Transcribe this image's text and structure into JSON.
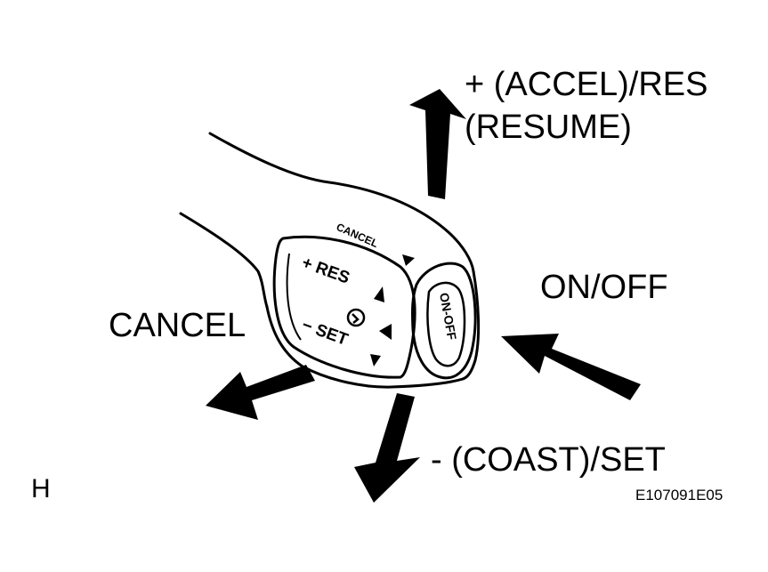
{
  "labels": {
    "accel_line1": "+ (ACCEL)/RES",
    "accel_line2": "(RESUME)",
    "on_off": "ON/OFF",
    "cancel": "CANCEL",
    "coast_set": "- (COAST)/SET",
    "corner_letter": "H",
    "figure_id": "E107091E05"
  },
  "switch_face": {
    "cancel": "CANCEL",
    "res": "+ RES",
    "set": "− SET",
    "on_off_button": "ON-OFF"
  },
  "colors": {
    "ink": "#000000",
    "background": "#ffffff"
  }
}
